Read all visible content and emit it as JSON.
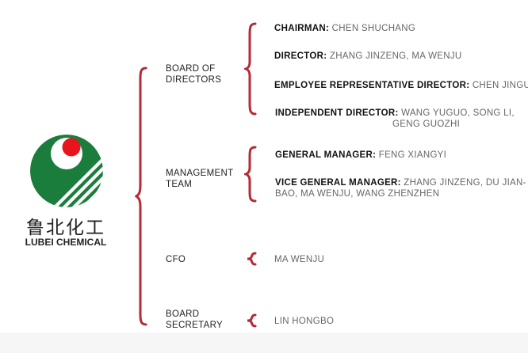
{
  "logo": {
    "name_cn": "鲁北化工",
    "name_en": "LUBEI CHEMICAL",
    "colors": {
      "green": "#1a7d3c",
      "red": "#e8141c"
    }
  },
  "accent_color": "#b52a34",
  "board": {
    "label_1": "BOARD OF",
    "label_2": "DIRECTORS",
    "chairman": {
      "role": "CHAIRMAN:",
      "names": " CHEN SHUCHANG"
    },
    "director": {
      "role": "DIRECTOR:",
      "names": " ZHANG JINZENG, MA WENJU"
    },
    "employee_rep": {
      "role": "EMPLOYEE REPRESENTATIVE DIRECTOR:",
      "names": " CHEN JINGUO"
    },
    "independent": {
      "role": "INDEPENDENT DIRECTOR:",
      "names_1": " WANG YUGUO, SONG LI,",
      "names_2": "GENG GUOZHI"
    }
  },
  "management": {
    "label_1": "MANAGEMENT",
    "label_2": "TEAM",
    "gm": {
      "role": "GENERAL MANAGER:",
      "names": " FENG XIANGYI"
    },
    "vgm": {
      "role": "VICE GENERAL MANAGER:",
      "names_1": " ZHANG JINZENG, DU JIAN-",
      "names_2": "BAO, MA WENJU, WANG ZHENZHEN"
    }
  },
  "cfo": {
    "label": "CFO",
    "name": "MA WENJU"
  },
  "secretary": {
    "label_1": "BOARD",
    "label_2": "SECRETARY",
    "name": "LIN HONGBO"
  }
}
